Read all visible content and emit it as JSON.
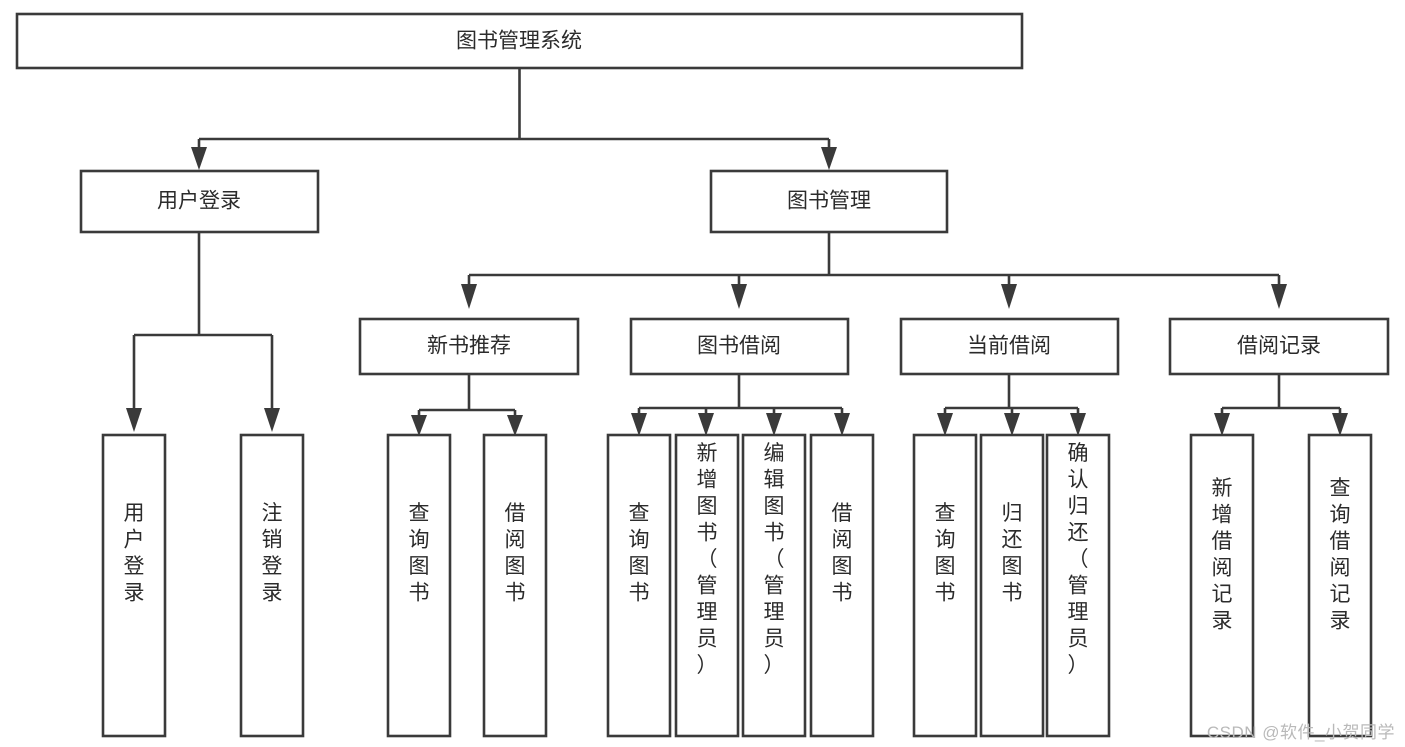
{
  "diagram": {
    "title": "图书管理系统",
    "type": "tree-hierarchy",
    "watermark": "CSDN @软件_小贺同学",
    "colors": {
      "box_fill": "#ffffff",
      "box_stroke": "#3a3a3a",
      "text": "#2b2b2b",
      "background": "#ffffff",
      "watermark": "#b9b9b9"
    },
    "root": {
      "label": "图书管理系统"
    },
    "level2": [
      {
        "label": "用户登录"
      },
      {
        "label": "图书管理"
      }
    ],
    "level3": [
      {
        "label": "新书推荐"
      },
      {
        "label": "图书借阅"
      },
      {
        "label": "当前借阅"
      },
      {
        "label": "借阅记录"
      }
    ],
    "leaves": {
      "user_login": [
        {
          "label": "用户登录"
        },
        {
          "label": "注销登录"
        }
      ],
      "new_book_recommend": [
        {
          "label": "查询图书"
        },
        {
          "label": "借阅图书"
        }
      ],
      "book_borrow": [
        {
          "label": "查询图书"
        },
        {
          "label": "新增图书（管理员）"
        },
        {
          "label": "编辑图书（管理员）"
        },
        {
          "label": "借阅图书"
        }
      ],
      "current_borrow": [
        {
          "label": "查询图书"
        },
        {
          "label": "归还图书"
        },
        {
          "label": "确认归还（管理员）"
        }
      ],
      "borrow_record": [
        {
          "label": "新增借阅记录"
        },
        {
          "label": "查询借阅记录"
        }
      ]
    }
  }
}
